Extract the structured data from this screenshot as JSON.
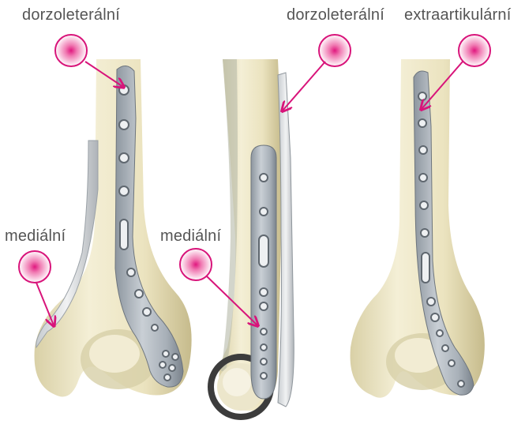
{
  "labels": {
    "left_top": "dorzoleterální",
    "left_side": "mediální",
    "middle_top": "dorzoleterální",
    "middle_side": "mediální",
    "right_top": "extraartikulární"
  },
  "colors": {
    "accent": "#d8147a",
    "bone": "#ede6c4",
    "bone_shadow": "#c9bf92",
    "plate": "#a9b1b9",
    "plate_light": "#d6dbe0",
    "plate_dark": "#7c858e"
  },
  "icons": [
    "target-marker-icon",
    "arrow-icon"
  ]
}
